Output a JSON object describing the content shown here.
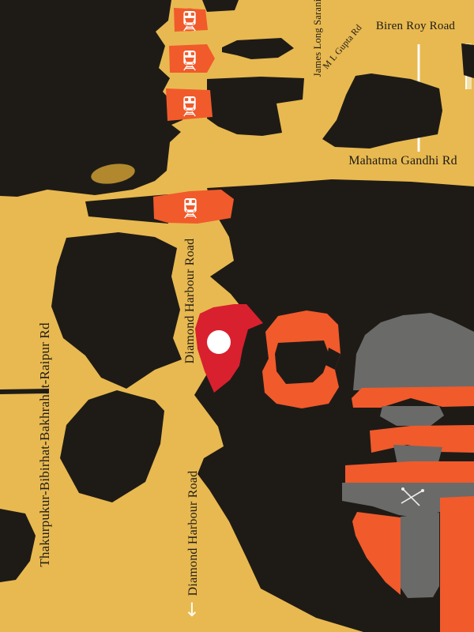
{
  "map": {
    "labels": {
      "biren_roy_road": "Biren Roy Road",
      "james_long_sarani": "James Long Sarani",
      "m_l_gupta_rd": "M L Gupta Rd",
      "mahatma_gandhi_rd": "Mahatma Gandhi Rd",
      "diamond_harbour_road_upper": "Diamond Harbour Road",
      "diamond_harbour_road_lower": "Diamond Harbour Road",
      "thakurpukur_bibirhat_bakhrahat_raipur_rd": "Thakurpukur-Bibirhat-Bakhrahat-Raipur Rd",
      "south_arrow": "↓"
    },
    "markers": {
      "train_stations": 4,
      "destination_pin": 1,
      "railway_crossing": 1
    },
    "colors": {
      "background_gold": "#E8B950",
      "feature_black": "#1E1B17",
      "transit_orange": "#F15A2B",
      "pin_red": "#D9202E",
      "rail_gray": "#6A6A69",
      "khaki_patch": "#B1882E",
      "stripe_white": "#FCFBF7",
      "stripe_pale_yellow": "#F2E0A8",
      "icon_white": "#FFFFFF",
      "arrow_cream": "#FFFBEE"
    }
  }
}
